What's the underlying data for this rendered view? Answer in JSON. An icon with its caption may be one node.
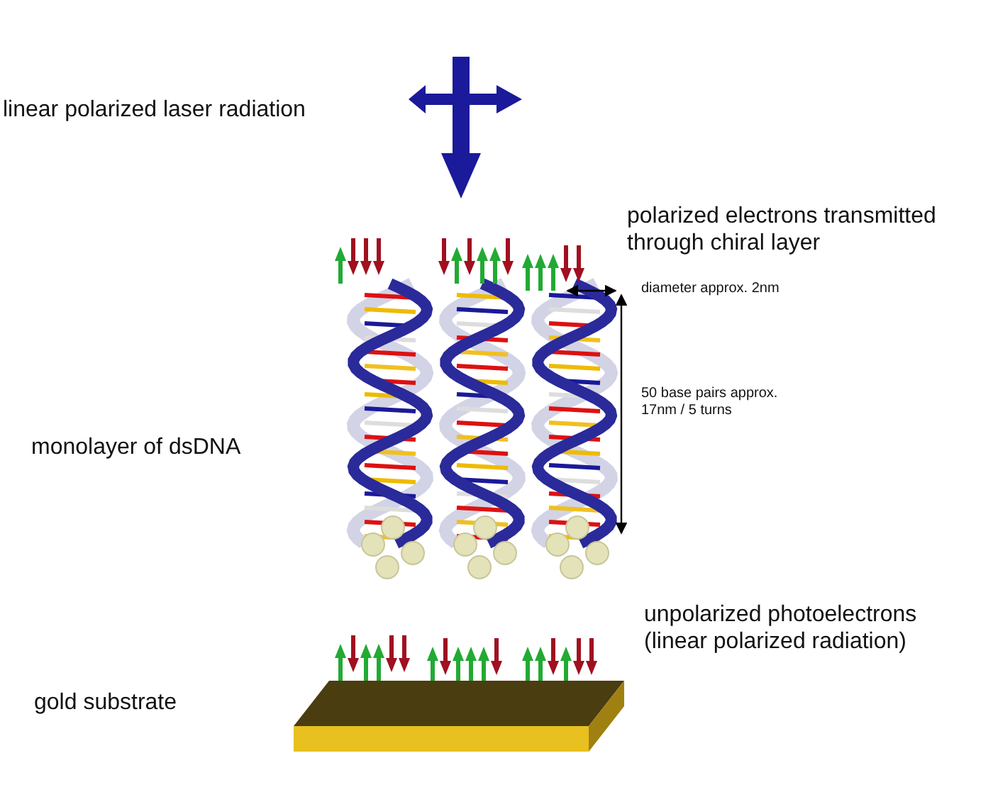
{
  "diagram": {
    "labels": [
      "linear polarized laser radiation",
      "polarized electrons transmitted through chiral layer",
      "diameter approx. 2nm",
      "50 base pairs approx. 17nm / 5 turns",
      "monolayer of dsDNA",
      "unpolarized photoelectrons (linear polarized radiation)",
      "gold substrate"
    ]
  }
}
